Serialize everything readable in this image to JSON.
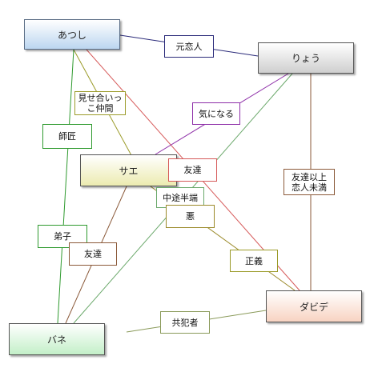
{
  "nodes": {
    "atsushi": {
      "label": "あつし",
      "fill_top": "#ffffff",
      "fill_bottom": "#bcd6f0",
      "border": "#5a6d85"
    },
    "ryou": {
      "label": "りょう",
      "fill_top": "#ffffff",
      "fill_bottom": "#cfcfcf",
      "border": "#555555"
    },
    "sae": {
      "label": "サエ",
      "fill_top": "#ffffff",
      "fill_bottom": "#ecebb0",
      "border": "#555555"
    },
    "dabide": {
      "label": "ダビデ",
      "fill_top": "#ffffff",
      "fill_bottom": "#f8d3c2",
      "border": "#555555"
    },
    "bane": {
      "label": "バネ",
      "fill_top": "#ffffff",
      "fill_bottom": "#c3efc8",
      "border": "#555555"
    }
  },
  "relations": [
    {
      "id": "motokoibito",
      "label": "元恋人",
      "color": "#2b2b7a"
    },
    {
      "id": "misetaai",
      "label": "見せ合いっ\nこ仲間",
      "color": "#9b9b2a"
    },
    {
      "id": "kininaru",
      "label": "気になる",
      "color": "#8e2fa8"
    },
    {
      "id": "shishou",
      "label": "師匠",
      "color": "#2f9a2f"
    },
    {
      "id": "tomodachi1",
      "label": "友達",
      "color": "#d65a5a"
    },
    {
      "id": "tomodachi_ijou",
      "label": "友達以上\n恋人未満",
      "color": "#8b5a3a"
    },
    {
      "id": "chuutohanpa",
      "label": "中途半端",
      "color": "#6aa86a"
    },
    {
      "id": "aku",
      "label": "悪",
      "color": "#9b8a2a"
    },
    {
      "id": "deshi",
      "label": "弟子",
      "color": "#2f9a2f"
    },
    {
      "id": "tomodachi2",
      "label": "友達",
      "color": "#8b5a3a"
    },
    {
      "id": "seigi",
      "label": "正義",
      "color": "#9b9b2a"
    },
    {
      "id": "kyouhansha",
      "label": "共犯者",
      "color": "#8a9a5a"
    }
  ]
}
